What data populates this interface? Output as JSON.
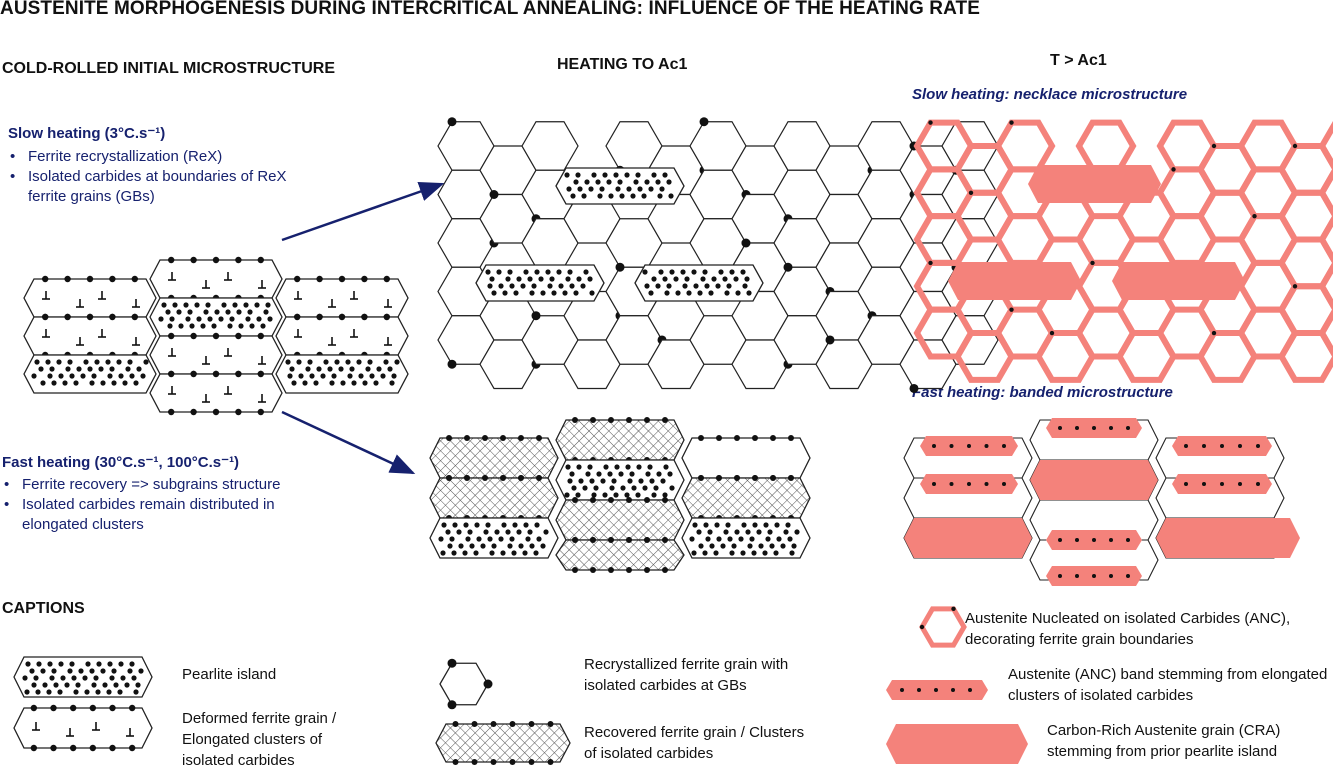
{
  "title": "AUSTENITE MORPHOGENESIS DURING INTERCRITICAL ANNEALING: INFLUENCE OF THE HEATING RATE",
  "columns": {
    "initial": "COLD-ROLLED INITIAL MICROSTRUCTURE",
    "heating": "HEATING TO Ac1",
    "above": "T > Ac1"
  },
  "slow": {
    "title": "Slow heating (3°C.s⁻¹)",
    "bullets": [
      "Ferrite recrystallization (ReX)",
      "Isolated carbides at boundaries of ReX ferrite grains (GBs)"
    ],
    "result_label": "Slow heating: necklace microstructure"
  },
  "fast": {
    "title": "Fast heating (30°C.s⁻¹, 100°C.s⁻¹)",
    "bullets": [
      "Ferrite recovery => subgrains structure",
      "Isolated carbides remain distributed in elongated clusters"
    ],
    "result_label": "Fast heating: banded microstructure"
  },
  "captions": {
    "heading": "CAPTIONS",
    "items": [
      "Pearlite island",
      "Deformed ferrite grain / Elongated clusters of isolated carbides",
      "Recrystallized ferrite grain with isolated carbides at GBs",
      "Recovered ferrite grain / Clusters of isolated carbides",
      "Austenite Nucleated on isolated Carbides (ANC), decorating ferrite grain boundaries",
      "Austenite (ANC) band stemming from elongated clusters of isolated carbides",
      "Carbon-Rich Austenite grain (CRA) stemming from prior pearlite island"
    ]
  },
  "colors": {
    "navy": "#16216e",
    "austenite": "#f4827b",
    "line": "#222222"
  }
}
